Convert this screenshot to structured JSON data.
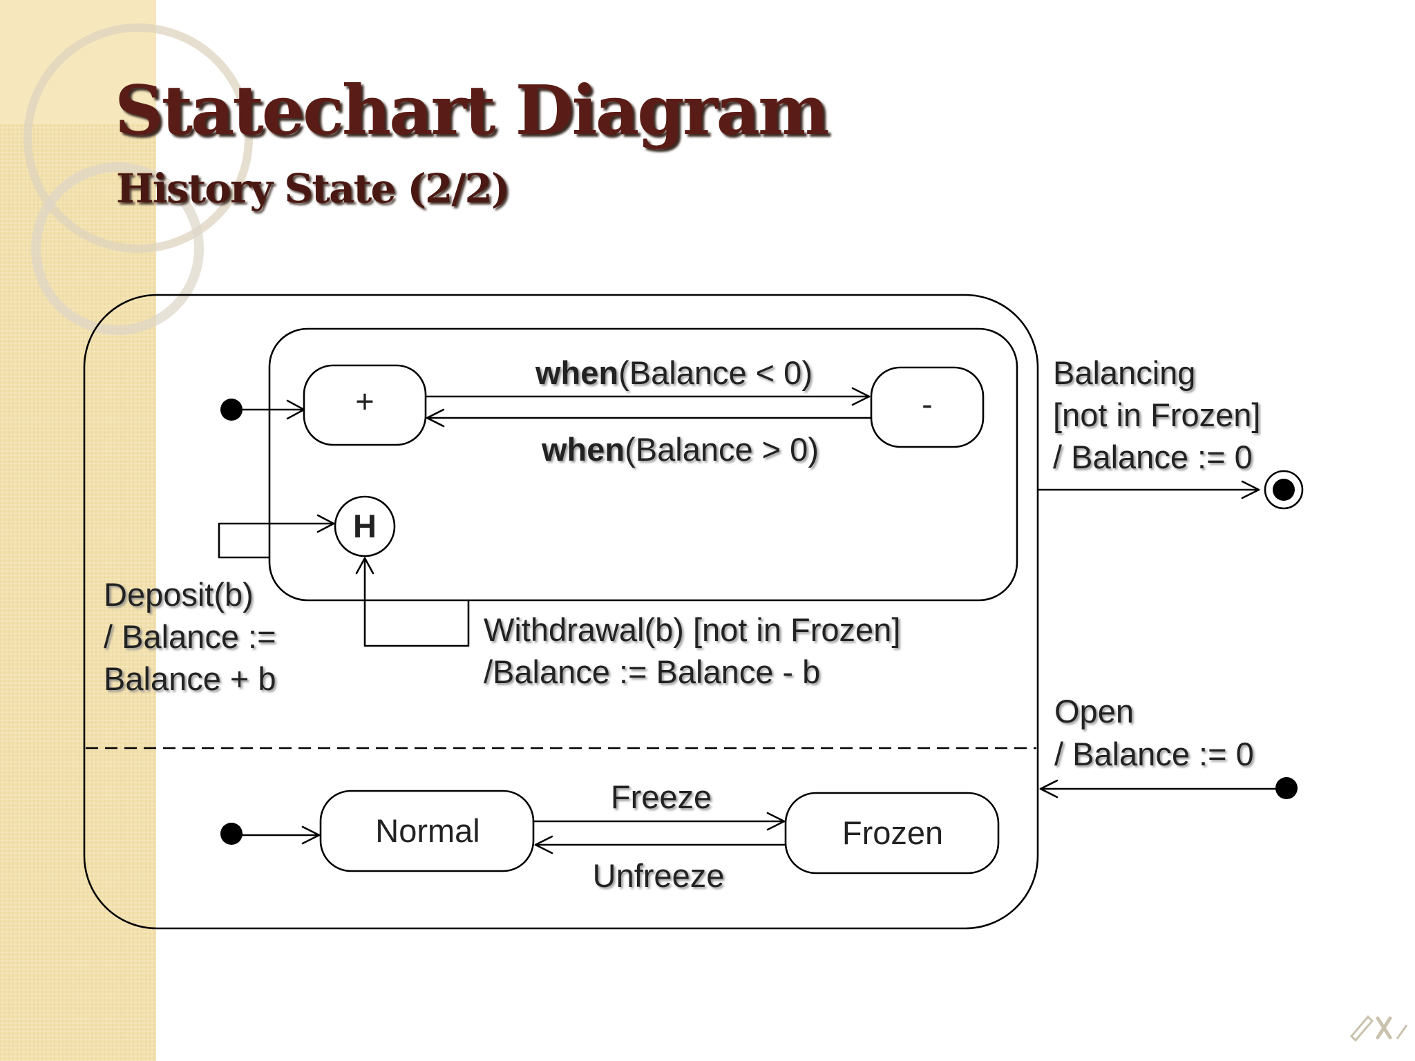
{
  "slide": {
    "title": "Statechart Diagram",
    "subtitle": "History State (2/2)"
  },
  "diagram": {
    "states": {
      "plus": "+",
      "minus": "-",
      "history": "H",
      "normal": "Normal",
      "frozen": "Frozen"
    },
    "transitions": {
      "to_minus": {
        "keyword": "when",
        "condition": "(Balance < 0)"
      },
      "to_plus": {
        "keyword": "when",
        "condition": "(Balance > 0)"
      },
      "deposit": [
        "Deposit(b)",
        "/ Balance :=",
        "Balance + b"
      ],
      "withdrawal": [
        "Withdrawal(b) [not in Frozen]",
        "/Balance := Balance - b"
      ],
      "balancing": [
        "Balancing",
        "[not in Frozen]",
        "/ Balance := 0"
      ],
      "open": [
        "Open",
        "/ Balance := 0"
      ],
      "freeze": "Freeze",
      "unfreeze": "Unfreeze"
    }
  },
  "colors": {
    "title": "#5a1c16",
    "side_band": "#f3e1ad",
    "diagram_line": "#000000"
  },
  "icons": {
    "corner_mark": "pencil-x-mark"
  }
}
